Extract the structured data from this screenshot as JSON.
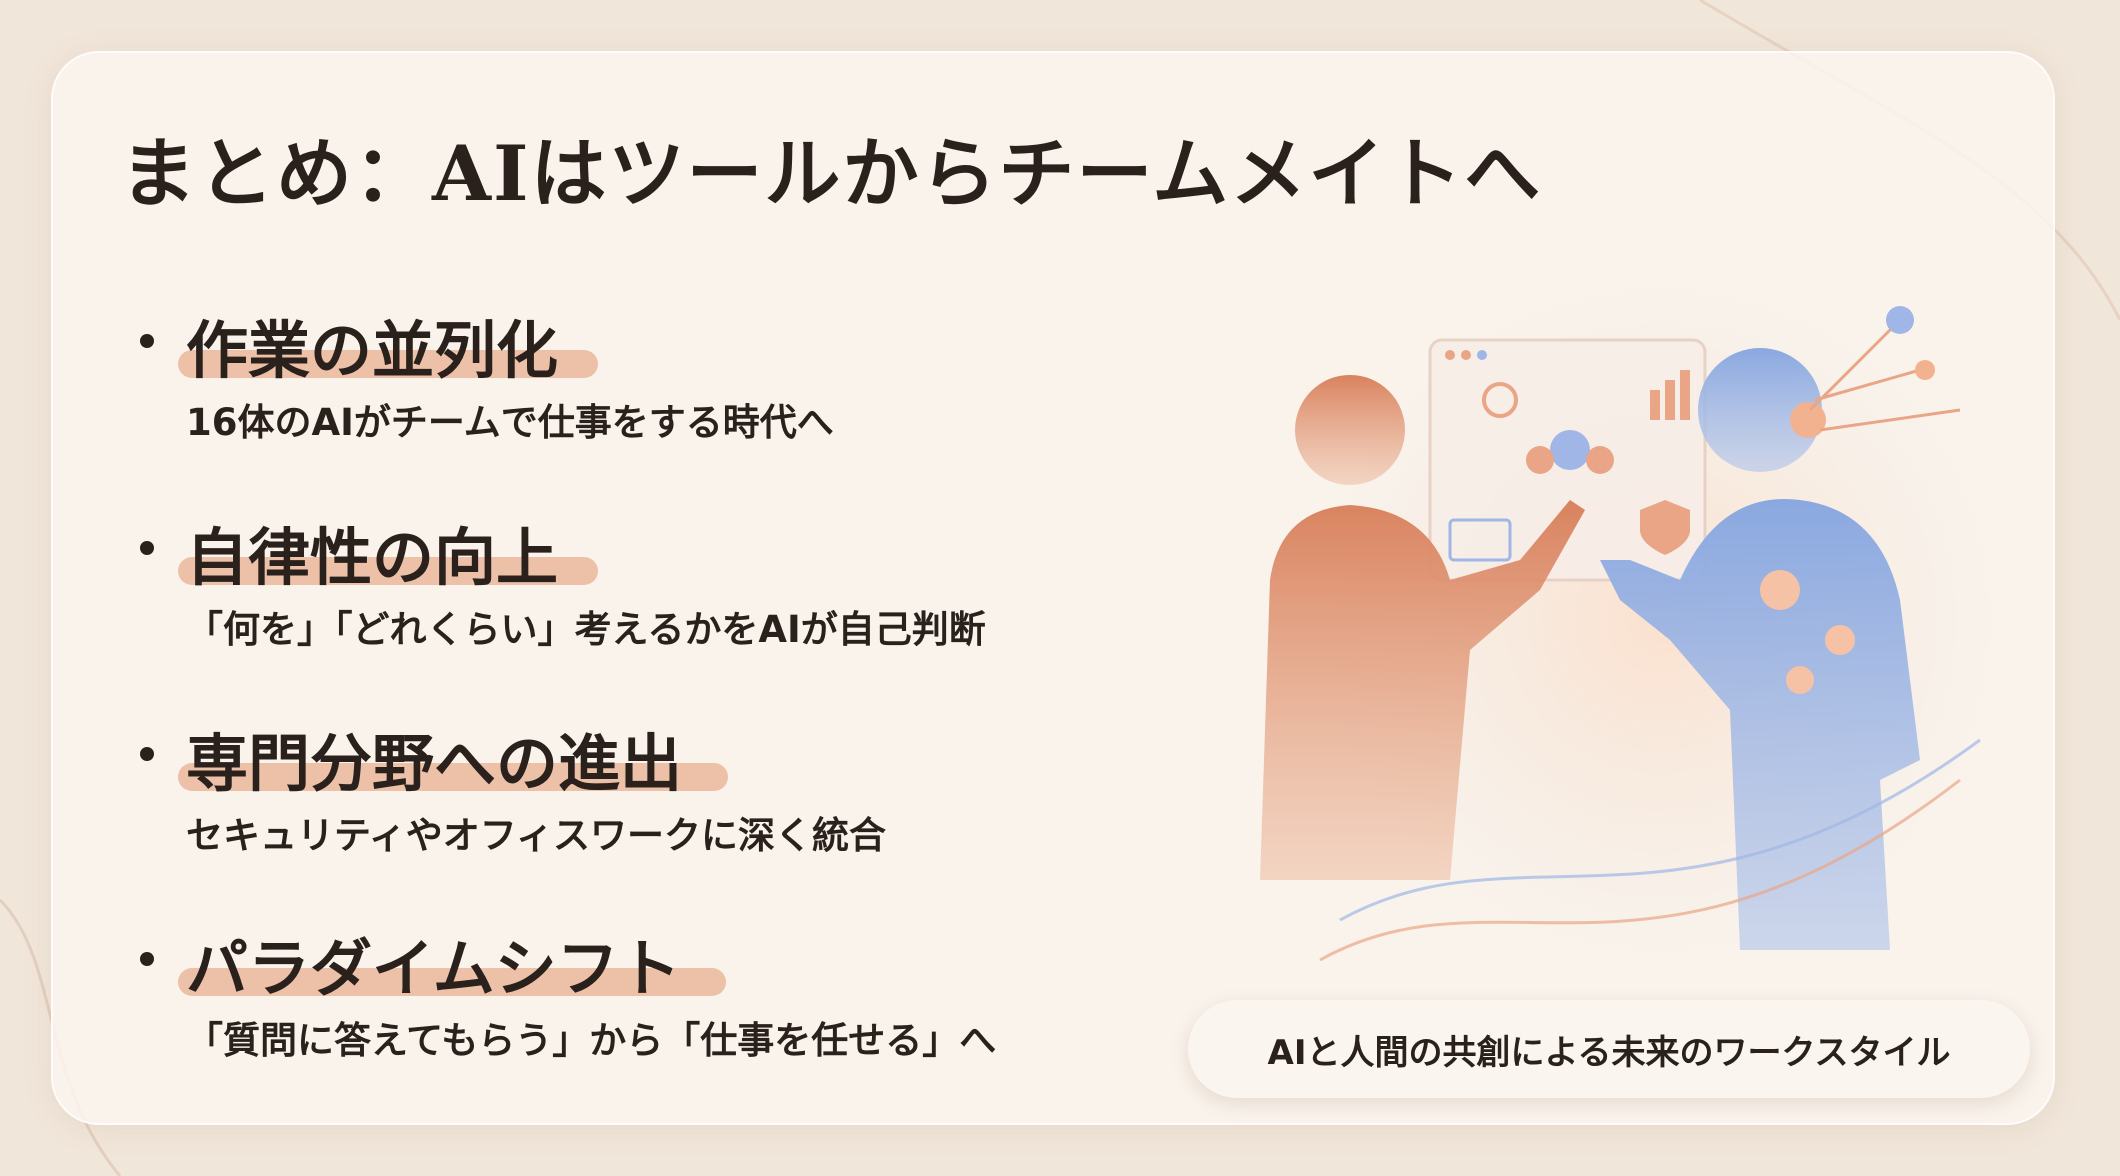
{
  "title": "まとめ：AIはツールからチームメイトへ",
  "items": [
    {
      "heading": "作業の並列化",
      "detail": "16体のAIがチームで仕事をする時代へ"
    },
    {
      "heading": "自律性の向上",
      "detail": "「何を」「どれくらい」考えるかをAIが自己判断"
    },
    {
      "heading": "専門分野への進出",
      "detail": "セキュリティやオフィスワークに深く統合"
    },
    {
      "heading": "パラダイムシフト",
      "detail": "「質問に答えてもらう」から「仕事を任せる」へ"
    }
  ],
  "caption": "AIと人間の共創による未来のワークスタイル",
  "colors": {
    "accent": "#eab79c",
    "human": "#d9825e",
    "robot": "#8aa8e0",
    "text": "#2a211d"
  }
}
